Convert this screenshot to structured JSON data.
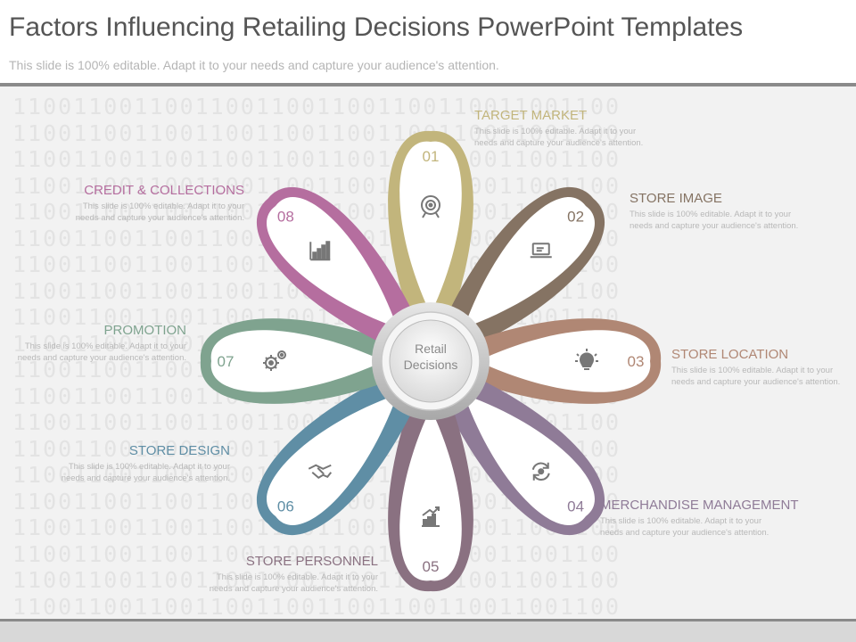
{
  "header": {
    "title": "Factors Influencing Retailing Decisions PowerPoint Templates",
    "subtitle": "This slide is 100% editable. Adapt it to your needs and capture your audience's attention."
  },
  "background_pattern": "1100110011001100110011001100110011001100",
  "center": {
    "line1": "Retail",
    "line2": "Decisions"
  },
  "petals": [
    {
      "number": "01",
      "label": "TARGET MARKET",
      "description": "This slide is 100% editable. Adapt it to your needs and capture your audience's attention.",
      "icon": "target-icon",
      "color": "#c2b57c"
    },
    {
      "number": "02",
      "label": "STORE IMAGE",
      "description": "This slide is 100% editable. Adapt it to your needs and capture your audience's attention.",
      "icon": "laptop-icon",
      "color": "#857363"
    },
    {
      "number": "03",
      "label": "STORE LOCATION",
      "description": "This slide is 100% editable. Adapt it to your needs and capture your audience's attention.",
      "icon": "lightbulb-icon",
      "color": "#b08774"
    },
    {
      "number": "04",
      "label": "MERCHANDISE MANAGEMENT",
      "description": "This slide is 100% editable. Adapt it to your needs and capture your audience's attention.",
      "icon": "refresh-cycle-icon",
      "color": "#8f7b97"
    },
    {
      "number": "05",
      "label": "STORE PERSONNEL",
      "description": "This slide is 100% editable. Adapt it to your needs and capture your audience's attention.",
      "icon": "growth-chart-icon",
      "color": "#8a7181"
    },
    {
      "number": "06",
      "label": "STORE DESIGN",
      "description": "This slide is 100% editable. Adapt it to your needs and capture your audience's attention.",
      "icon": "handshake-icon",
      "color": "#5f8ea5"
    },
    {
      "number": "07",
      "label": "PROMOTION",
      "description": "This slide is 100% editable. Adapt it to your needs and capture your audience's attention.",
      "icon": "gears-icon",
      "color": "#7fa38f"
    },
    {
      "number": "08",
      "label": "CREDIT & COLLECTIONS",
      "description": "This slide is 100% editable. Adapt it to your needs and capture your audience's attention.",
      "icon": "bar-chart-icon",
      "color": "#b56e9f"
    }
  ]
}
